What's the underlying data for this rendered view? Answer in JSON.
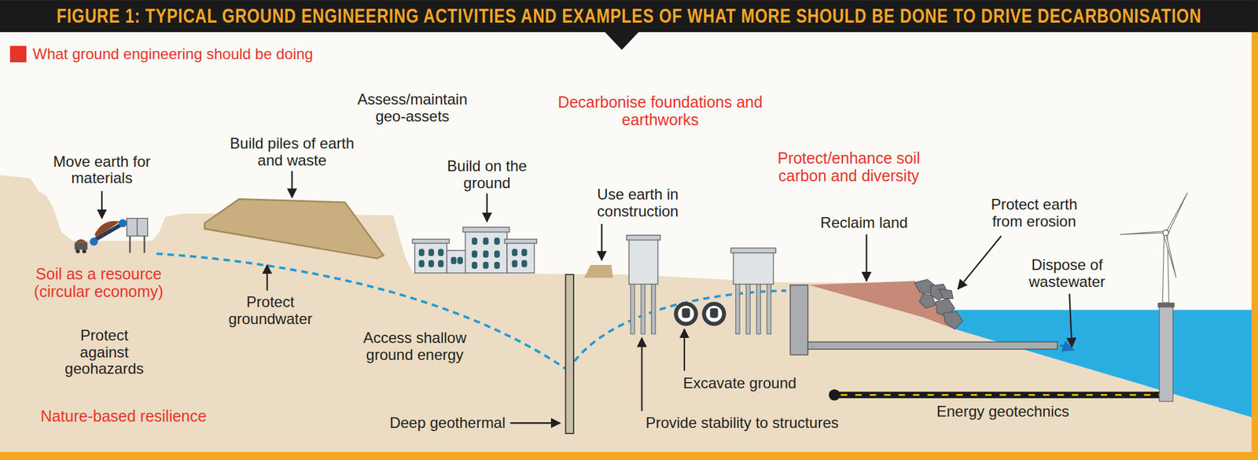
{
  "diagram": {
    "title": "FIGURE 1: TYPICAL GROUND ENGINEERING ACTIVITIES AND EXAMPLES OF WHAT MORE SHOULD BE DONE TO DRIVE DECARBONISATION",
    "labels": [
      "Move earth for materials",
      "Build piles of earth and waste",
      "Assess/maintain geo-assets",
      "Build on the ground",
      "Use earth in construction",
      "Reclaim land",
      "Protect earth from erosion",
      "Dispose of wastewater",
      "Soil as a resource (circular economy)",
      "Protect groundwater",
      "Protect against geohazards",
      "Access shallow ground energy",
      "Nature-based resilience",
      "Deep geothermal",
      "Excavate ground",
      "Provide stability to structures",
      "Energy geotechnics",
      "Decarbonise foundations and earthworks",
      "Protect/enhance soil carbon and diversity"
    ],
    "legend": [
      {
        "text": "What ground engineering should be doing",
        "color": "#e8332a"
      }
    ]
  }
}
